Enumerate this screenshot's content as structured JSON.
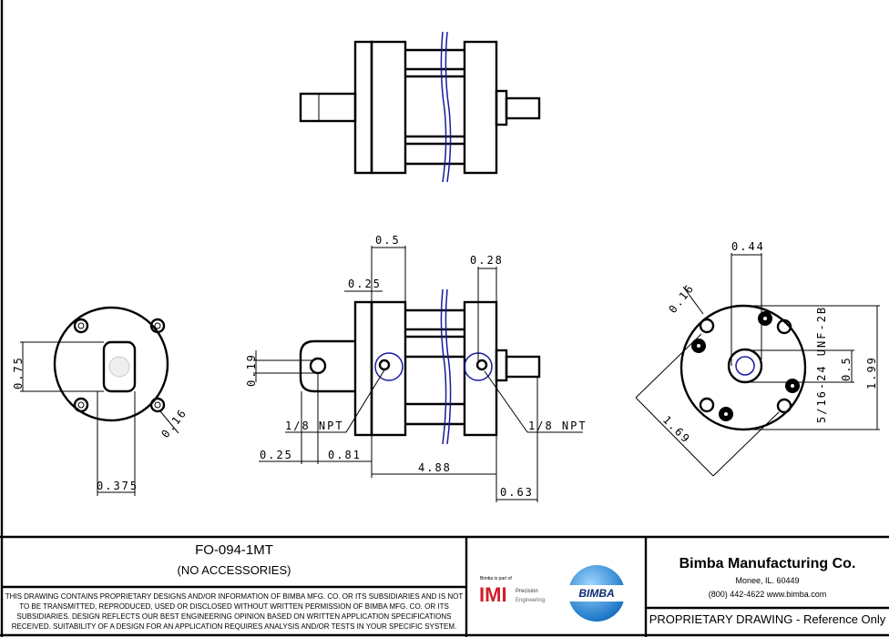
{
  "drawing": {
    "dimensions": {
      "front_top_05": "0.5",
      "front_025_top": "0.25",
      "front_028": "0.28",
      "front_019": "0.19",
      "front_025_bottom": "0.25",
      "front_081": "0.81",
      "front_488": "4.88",
      "front_063": "0.63",
      "npt_left": "1/8 NPT",
      "npt_right": "1/8 NPT",
      "left_075": "0.75",
      "left_016": "0.16",
      "left_0375": "0.375",
      "right_044": "0.44",
      "right_016": "0.16",
      "right_05": "0.5",
      "right_199": "1.99",
      "right_169": "1.69",
      "right_thread": "5/16-24 UNF-2B"
    },
    "colors": {
      "line": "#000000",
      "accent_blue": "#1a1aa0"
    }
  },
  "title_block": {
    "part_number": "FO-094-1MT",
    "subtitle": "(NO ACCESSORIES)",
    "disclaimer": "THIS DRAWING CONTAINS PROPRIETARY DESIGNS AND/OR INFORMATION OF BIMBA MFG. CO. OR ITS SUBSIDIARIES AND IS NOT TO BE TRANSMITTED, REPRODUCED, USED OR DISCLOSED WITHOUT WRITTEN PERMISSION OF BIMBA MFG. CO. OR ITS SUBSIDIARIES. DESIGN REFLECTS OUR BEST ENGINEERING OPINION BASED ON WRITTEN APPLICATION SPECIFICATIONS RECEIVED. SUITABILITY OF A DESIGN FOR AN APPLICATION REQUIRES ANALYSIS AND/OR TESTS IN YOUR SPECIFIC SYSTEM.",
    "imi_note": "Bimba is part of",
    "imi_logo": "IMI",
    "imi_precision": "Precision",
    "imi_engineering": "Engineering",
    "bimba_logo": "BIMBA",
    "company": "Bimba Manufacturing Co.",
    "address": "Monee, IL. 60449",
    "contact": "(800) 442-4622 www.bimba.com",
    "proprietary": "PROPRIETARY DRAWING - Reference Only"
  }
}
